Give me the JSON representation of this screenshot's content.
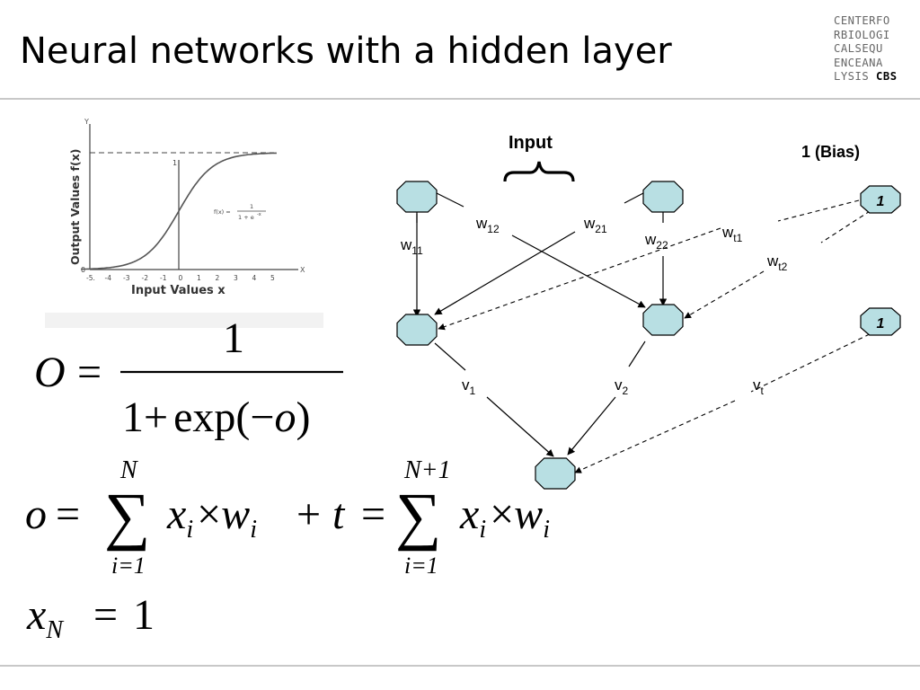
{
  "slide": {
    "title": "Neural networks with a hidden layer",
    "logo": {
      "lines": [
        "CENTERFO",
        "RBIOLOGI",
        "CALSEQU",
        "ENCEANA"
      ],
      "last_line": "LYSIS",
      "brand": "CBS"
    }
  },
  "sigmoid_plot": {
    "y_axis_letter": "Y",
    "x_axis_letter": "X",
    "ylabel": "Output Values f(x)",
    "xlabel": "Input Values x",
    "x_ticks": [
      "-5.",
      "-4",
      "-3",
      "-2",
      "-1",
      "0",
      "1",
      "2",
      "3",
      "4",
      "5"
    ],
    "y_tick_top": "1",
    "y_tick_zero": "0",
    "formula_lhs": "f(x) =",
    "formula_num": "1",
    "formula_den": "1 + e",
    "formula_exp": "-x"
  },
  "network": {
    "input_label": "Input",
    "bias_label": "1 (Bias)",
    "bias_node_1": "1",
    "bias_node_2": "1",
    "weights": {
      "w11": {
        "base": "w",
        "sub": "11"
      },
      "w12": {
        "base": "w",
        "sub": "12"
      },
      "w21": {
        "base": "w",
        "sub": "21"
      },
      "w22": {
        "base": "w",
        "sub": "22"
      },
      "wt1": {
        "base": "w",
        "sub": "t1"
      },
      "wt2": {
        "base": "w",
        "sub": "t2"
      },
      "v1": {
        "base": "v",
        "sub": "1"
      },
      "v2": {
        "base": "v",
        "sub": "2"
      },
      "vt": {
        "base": "v",
        "sub": "t"
      }
    },
    "colors": {
      "node_fill": "#b8dfe3",
      "node_stroke": "#000000"
    }
  },
  "formulas": {
    "output": {
      "lhs": "O",
      "eq": "=",
      "num": "1",
      "den_a": "1+",
      "den_b": "exp(",
      "den_c": "−",
      "den_d": "o",
      "den_e": ")"
    },
    "sum": {
      "lhs": "o",
      "eq1": "=",
      "sigma": "∑",
      "upper1": "N",
      "lower1": "i=1",
      "x1": "x",
      "i1": "i",
      "times1": "×",
      "w1": "w",
      "i2": "i",
      "plus": "+",
      "t": "t",
      "eq2": "=",
      "upper2": "N+1",
      "lower2": "i=1",
      "x2": "x",
      "i3": "i",
      "times2": "×",
      "w2": "w",
      "i4": "i"
    },
    "xn": {
      "x": "x",
      "sub": "N",
      "eq": "=",
      "val": "1"
    }
  }
}
